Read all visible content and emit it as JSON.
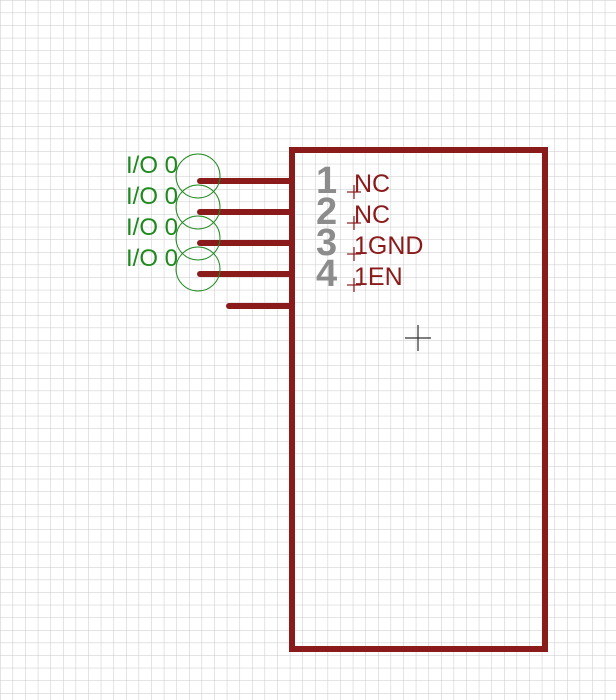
{
  "colors": {
    "background": "#ffffff",
    "grid": "#c9c9c9",
    "symbol": "#8b1a1a",
    "pin_number": "#8c8c8c",
    "pin_direction": "#1e8a1e",
    "origin_cross": "#303030"
  },
  "pins": [
    {
      "number": "1",
      "function": "NC",
      "direction": "I/O",
      "swap": "0"
    },
    {
      "number": "2",
      "function": "NC",
      "direction": "I/O",
      "swap": "0"
    },
    {
      "number": "3",
      "function": "1GND",
      "direction": "I/O",
      "swap": "0"
    },
    {
      "number": "4",
      "function": "1EN",
      "direction": "I/O",
      "swap": "0"
    }
  ]
}
